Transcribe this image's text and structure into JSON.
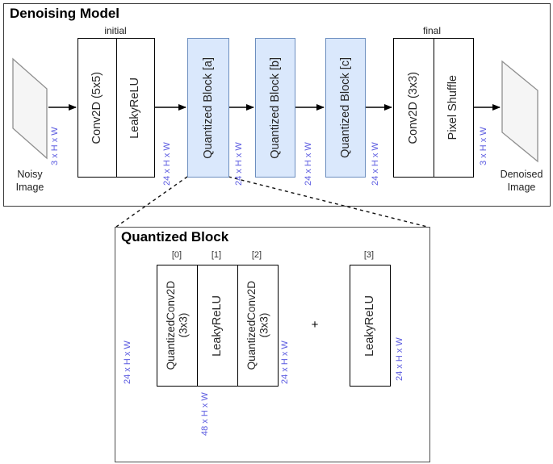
{
  "colors": {
    "quantized_block_fill": "#dae8fc",
    "quantized_block_border": "#6c8ebf",
    "dimension_label_text": "#5b5be0"
  },
  "denoising_model": {
    "title": "Denoising Model",
    "noisy_image_label": "Noisy\nImage",
    "denoised_image_label": "Denoised\nImage",
    "initial_group_label": "initial",
    "final_group_label": "final",
    "initial_box": {
      "conv": "Conv2D (5x5)",
      "activation": "LeakyReLU"
    },
    "quantized_blocks": [
      {
        "label": "Quantized Block [a]"
      },
      {
        "label": "Quantized Block [b]"
      },
      {
        "label": "Quantized Block [c]"
      }
    ],
    "final_box": {
      "conv": "Conv2D (3x3)",
      "shuffle": "Pixel Shuffle"
    },
    "dims": {
      "input": "3 x H x W",
      "after_initial": "24 x H x W",
      "after_block_a": "24 x H x W",
      "after_block_b": "24 x H x W",
      "after_block_c": "24 x H x W",
      "output": "3 x H x W"
    }
  },
  "quantized_block_detail": {
    "title": "Quantized Block",
    "indices": [
      "[0]",
      "[1]",
      "[2]",
      "[3]"
    ],
    "conv_box": {
      "conv1": "QuantizedConv2D\n(3x3)",
      "activation": "LeakyReLU",
      "conv2": "QuantizedConv2D\n(3x3)"
    },
    "output_activation": "LeakyReLU",
    "plus_label": "+",
    "dims": {
      "input": "24 x H x W",
      "inner": "48 x H x W",
      "after_conv": "24 x H x W",
      "output": "24 x H x W"
    }
  }
}
